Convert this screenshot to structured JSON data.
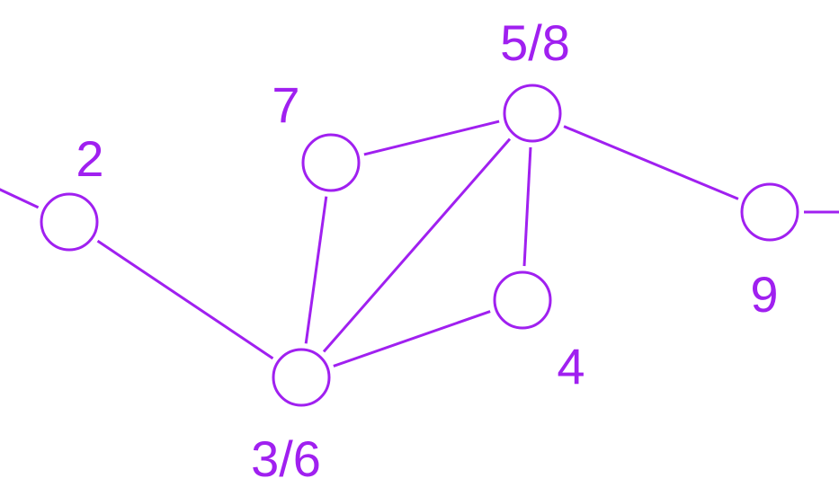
{
  "diagram": {
    "stroke_color": "#a020f0",
    "label_color": "#a020f0",
    "nodes": [
      {
        "id": "n2",
        "label": "2"
      },
      {
        "id": "n36",
        "label": "3/6"
      },
      {
        "id": "n7",
        "label": "7"
      },
      {
        "id": "n58",
        "label": "5/8"
      },
      {
        "id": "n4",
        "label": "4"
      },
      {
        "id": "n9",
        "label": "9"
      }
    ],
    "edges": [
      {
        "from": "offscreen-left",
        "to": "n2"
      },
      {
        "from": "n2",
        "to": "n36"
      },
      {
        "from": "n36",
        "to": "n7"
      },
      {
        "from": "n36",
        "to": "n58"
      },
      {
        "from": "n36",
        "to": "n4"
      },
      {
        "from": "n7",
        "to": "n58"
      },
      {
        "from": "n58",
        "to": "n4"
      },
      {
        "from": "n58",
        "to": "n9"
      },
      {
        "from": "n9",
        "to": "offscreen-right"
      }
    ]
  }
}
